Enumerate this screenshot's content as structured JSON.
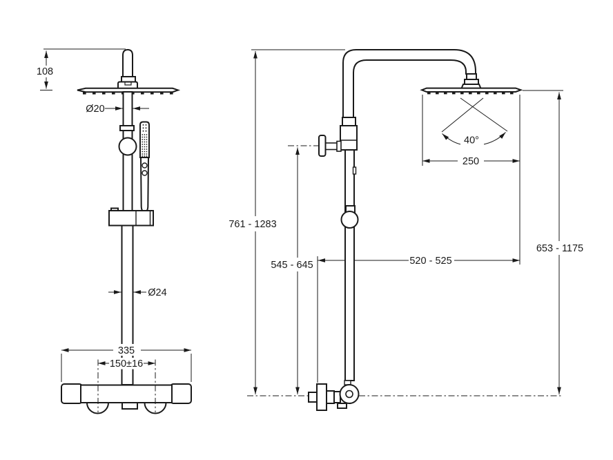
{
  "front_view": {
    "dim_head_offset": "108",
    "dim_upper_pipe_diameter": "Ø20",
    "dim_lower_pipe_diameter": "Ø24",
    "dim_mixer_width": "335",
    "dim_inlet_spacing": "150±16"
  },
  "side_view": {
    "dim_total_height": "761 - 1283",
    "dim_diverter_height": "545 - 645",
    "dim_reach": "520 - 525",
    "dim_head_height": "653 - 1175",
    "dim_head_width": "250",
    "dim_spray_angle": "40°"
  },
  "colors": {
    "line": "#1a1a1a",
    "background": "#ffffff"
  }
}
